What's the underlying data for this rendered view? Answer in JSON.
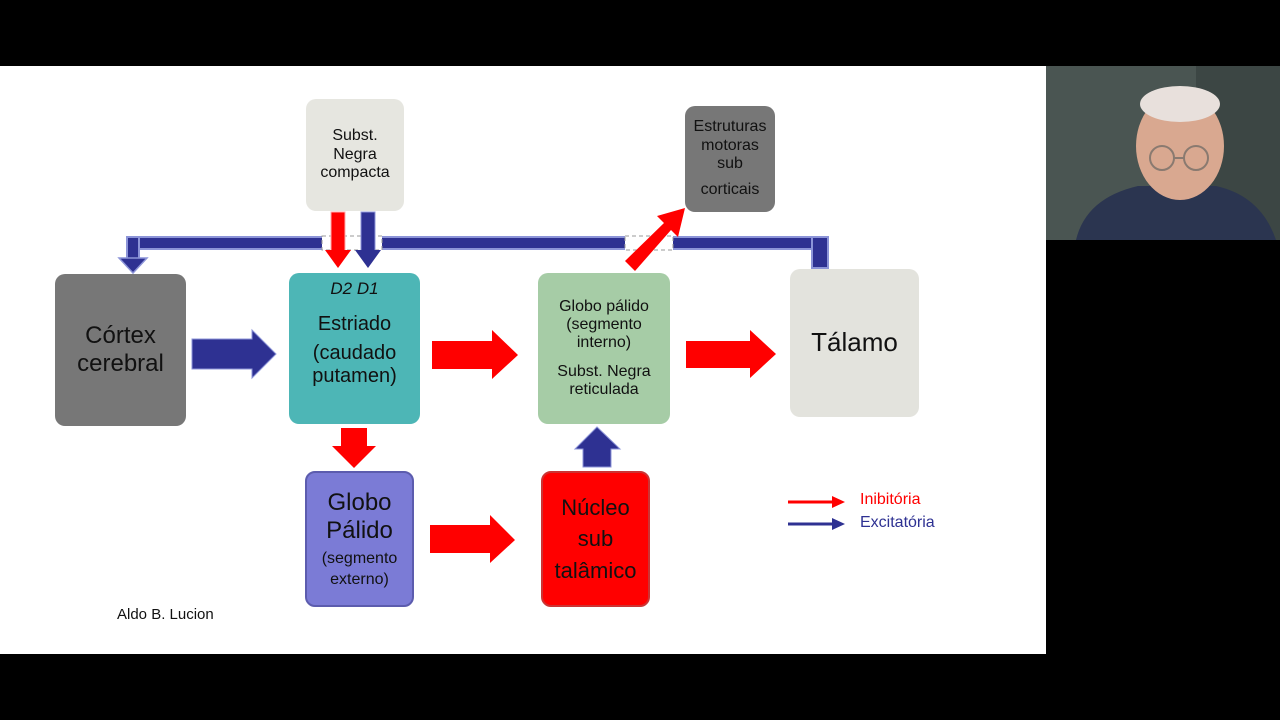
{
  "diagram": {
    "nodes": {
      "substantia_compacta": [
        "Subst.",
        "Negra",
        "compacta"
      ],
      "estruturas": [
        "Estruturas",
        "motoras",
        "sub",
        "corticais"
      ],
      "cortex": [
        "Córtex",
        "cerebral"
      ],
      "estriado": {
        "receptors": "D2 D1",
        "lines": [
          "Estriado",
          "(caudado",
          "putamen)"
        ]
      },
      "globo_interno": {
        "lines": [
          "Globo pálido",
          "(segmento",
          "interno)"
        ],
        "lines2": [
          "Subst. Negra",
          "reticulada"
        ]
      },
      "talamo": "Tálamo",
      "globo_externo": {
        "lines": [
          "Globo",
          "Pálido"
        ],
        "sub": [
          "(segmento",
          "externo)"
        ]
      },
      "nucleo": [
        "Núcleo",
        "sub",
        "talâmico"
      ]
    },
    "legend": {
      "inhibitory": "Inibitória",
      "excitatory": "Excitatória"
    },
    "author": "Aldo B. Lucion",
    "colors": {
      "inhibitory": "#ff0000",
      "excitatory": "#2e3192"
    }
  }
}
